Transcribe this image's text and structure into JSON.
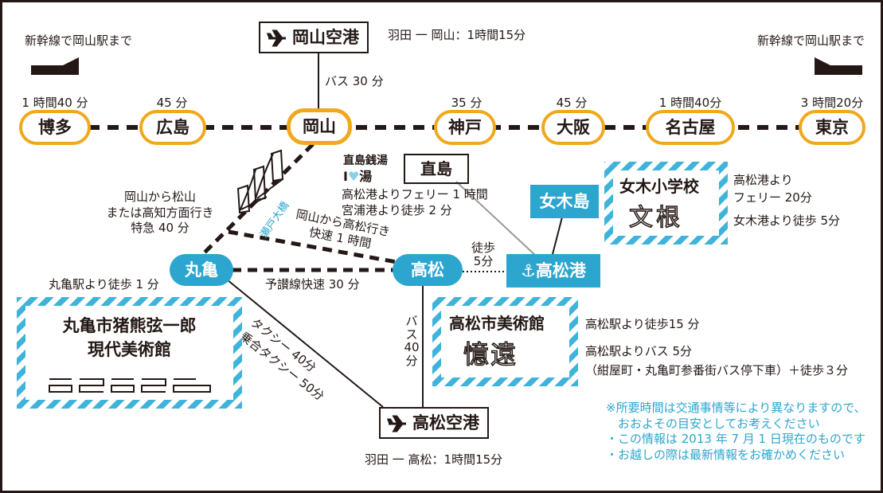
{
  "shinkansen": {
    "left_label": "新幹線で岡山駅まで",
    "right_label": "新幹線で岡山駅まで"
  },
  "stations": [
    {
      "name": "博多",
      "time": "1 時間40 分"
    },
    {
      "name": "広島",
      "time": "45 分"
    },
    {
      "name": "岡山",
      "time": ""
    },
    {
      "name": "神戸",
      "time": "35 分"
    },
    {
      "name": "大阪",
      "time": "45 分"
    },
    {
      "name": "名古屋",
      "time": "1 時間40分"
    },
    {
      "name": "東京",
      "time": "3 時間20分"
    }
  ],
  "airports": {
    "okayama": {
      "name": "岡山空港",
      "flight": "羽田 一 岡山：1時間15分",
      "bus": "バス 30 分"
    },
    "takamatsu": {
      "name": "高松空港",
      "flight": "羽田 一 高松：1時間15分"
    }
  },
  "naoshima": {
    "sento": "直島銭湯",
    "sento_logo_i": "I",
    "sento_logo_yu": "湯",
    "name": "直島",
    "ferry": "高松港よりフェリー 1 時間",
    "walk": "宮浦港より徒歩 2 分"
  },
  "megijima": {
    "name": "女木島",
    "school": "女木小学校",
    "logo": "文根",
    "from_port": "高松港より",
    "ferry": "フェリー 20分",
    "walk": "女木港より徒歩 5分"
  },
  "routes": {
    "tokkyu": {
      "line1": "岡山から松山",
      "line2": "または高知方面行き",
      "line3": "特急 40 分"
    },
    "seto_ohashi": "瀬戸大橋",
    "rapid": {
      "line1": "岡山から高松行き",
      "line2": "快速 1 時間"
    },
    "yosan": "予讃線快速 30 分",
    "walk": {
      "line1": "徒歩",
      "line2": "5分"
    },
    "bus_takamatsu": {
      "line1": "バ",
      "line2": "ス",
      "line3": "40 分"
    },
    "taxi": {
      "line1": "タクシー 40分",
      "line2": "乗合タクシー 50分"
    }
  },
  "shikoku": {
    "marugame": "丸亀",
    "takamatsu": "高松",
    "port": "高松港"
  },
  "mimoca": {
    "walk": "丸亀駅より徒歩 1 分",
    "name1": "丸亀市猪熊弦一郎",
    "name2": "現代美術館"
  },
  "museum": {
    "name": "高松市美術館",
    "logo": "憶遠",
    "walk": "高松駅より徒歩15 分",
    "bus": "高松駅よりバス 5分",
    "bus_stop": "（紺屋町・丸亀町参番街バス停下車）＋徒歩３分"
  },
  "notes": [
    "※所要時間は交通事情等により異なりますので、",
    "　おおよその目安としてお考えください",
    "・この情報は 2013 年 7 月 1 日現在のものです",
    "・お越しの際は最新情報をお確かめください"
  ],
  "colors": {
    "accent_orange": "#f0a81c",
    "accent_blue": "#2ca6cf",
    "ink": "#231815"
  }
}
